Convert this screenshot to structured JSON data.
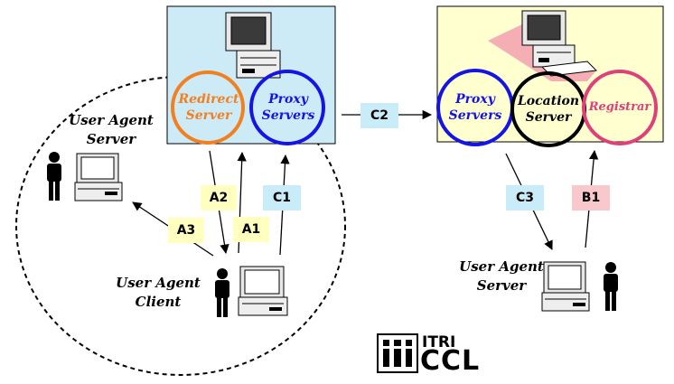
{
  "left_box": {
    "redirect": [
      "Redirect",
      "Server"
    ],
    "proxy": [
      "Proxy",
      "Servers"
    ]
  },
  "right_box": {
    "proxy": [
      "Proxy",
      "Servers"
    ],
    "location": [
      "Location",
      "Server"
    ],
    "registrar": "Registrar"
  },
  "labels": {
    "ua_server_left": [
      "User Agent",
      "Server"
    ],
    "ua_client": [
      "User Agent",
      "Client"
    ],
    "ua_server_right": [
      "User Agent",
      "Server"
    ]
  },
  "arrow_tags": {
    "A1": "A1",
    "A2": "A2",
    "A3": "A3",
    "B1": "B1",
    "C1": "C1",
    "C2": "C2",
    "C3": "C3"
  },
  "logo": {
    "top": "ITRI",
    "bottom": "CCL"
  },
  "colors": {
    "left_box_fill": "#cdeaf7",
    "right_box_fill": "#ffffd0",
    "redirect": "#f08020",
    "proxy": "#1414e6",
    "location": "#000000",
    "registrar": "#e0407a",
    "tag_yellow": "#ffffc0",
    "tag_blue": "#c8ecf8",
    "tag_pink": "#f8c8cc"
  }
}
